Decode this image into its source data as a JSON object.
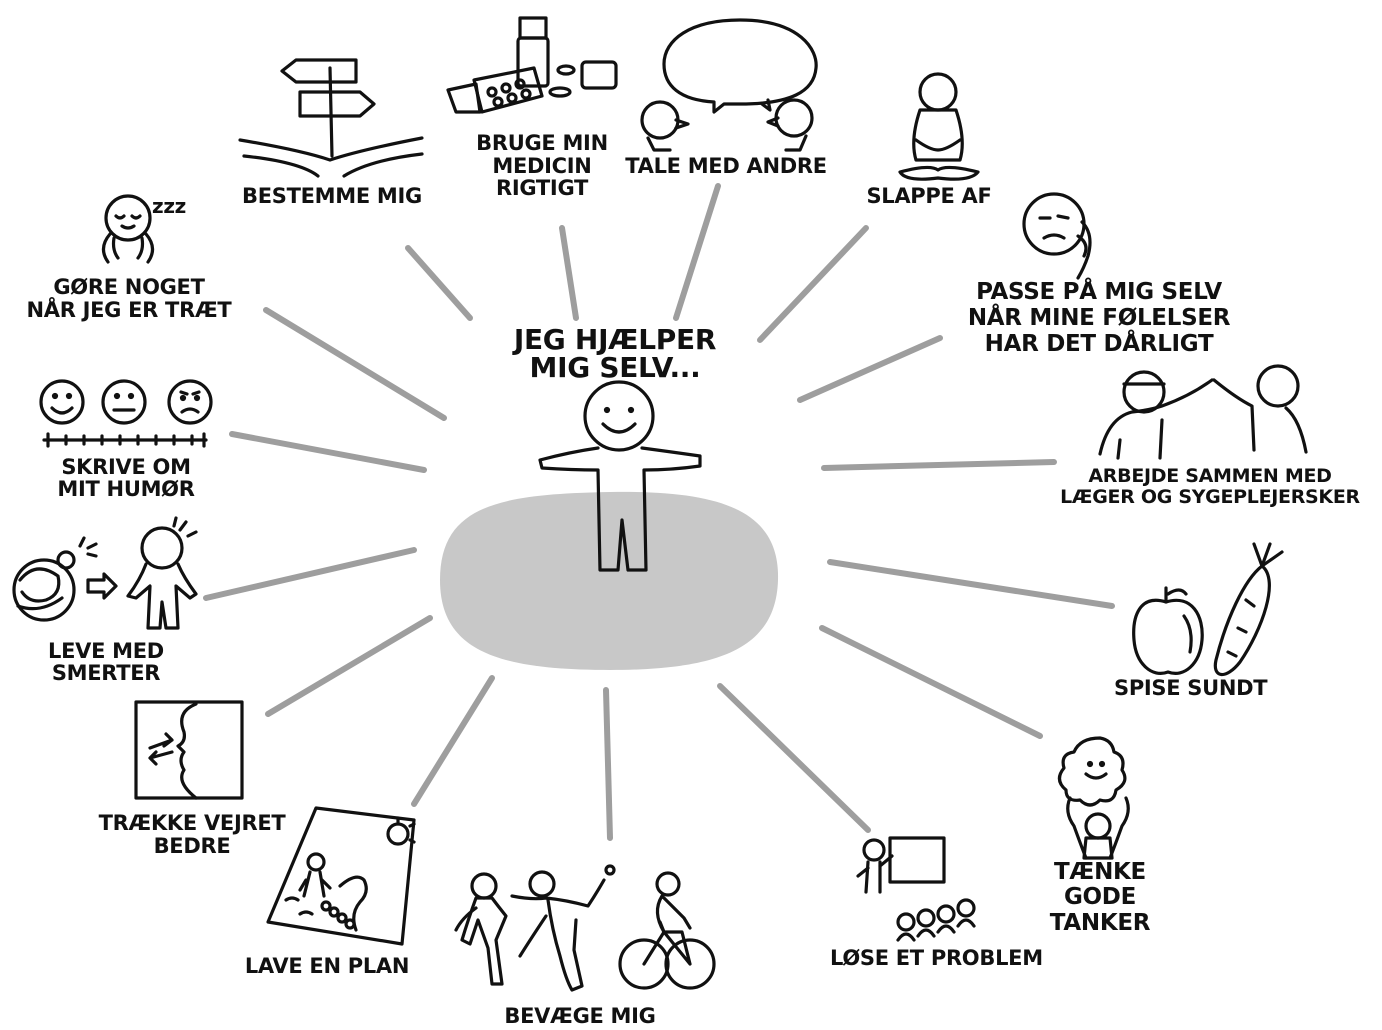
{
  "center": {
    "title_line1": "JEG HJÆLPER",
    "title_line2": "MIG SELV..."
  },
  "activities": [
    {
      "id": "bestemme",
      "line1": "BESTEMME MIG",
      "line2": "",
      "line3": "",
      "icon": "signpost-icon"
    },
    {
      "id": "medicin",
      "line1": "BRUGE MIN",
      "line2": "MEDICIN",
      "line3": "RIGTIGT",
      "icon": "medicine-icon"
    },
    {
      "id": "tale",
      "line1": "TALE MED ANDRE",
      "line2": "",
      "line3": "",
      "icon": "speech-bubble-icon"
    },
    {
      "id": "slappe",
      "line1": "SLAPPE AF",
      "line2": "",
      "line3": "",
      "icon": "meditation-icon"
    },
    {
      "id": "passe",
      "line1": "PASSE PÅ MIG SELV",
      "line2": "NÅR MINE FØLELSER",
      "line3": "HAR DET DÅRLIGT",
      "icon": "sad-face-icon"
    },
    {
      "id": "arbejde",
      "line1": "ARBEJDE SAMMEN MED",
      "line2": "LÆGER OG SYGEPLEJERSKER",
      "line3": "",
      "icon": "high-five-icon"
    },
    {
      "id": "spise",
      "line1": "SPISE SUNDT",
      "line2": "",
      "line3": "",
      "icon": "apple-carrot-icon"
    },
    {
      "id": "taenke",
      "line1": "TÆNKE",
      "line2": "GODE",
      "line3": "TANKER",
      "icon": "happy-thought-icon"
    },
    {
      "id": "loese",
      "line1": "LØSE ET PROBLEM",
      "line2": "",
      "line3": "",
      "icon": "whiteboard-icon"
    },
    {
      "id": "bevaege",
      "line1": "BEVÆGE MIG",
      "line2": "",
      "line3": "",
      "icon": "exercise-icon"
    },
    {
      "id": "plan",
      "line1": "LAVE EN PLAN",
      "line2": "",
      "line3": "",
      "icon": "map-plan-icon"
    },
    {
      "id": "traekke",
      "line1": "TRÆKKE VEJRET",
      "line2": "BEDRE",
      "line3": "",
      "icon": "breathing-icon"
    },
    {
      "id": "smerter",
      "line1": "LEVE MED",
      "line2": "SMERTER",
      "line3": "",
      "icon": "pain-icon"
    },
    {
      "id": "humor",
      "line1": "SKRIVE OM",
      "line2": "MIT HUMØR",
      "line3": "",
      "icon": "mood-scale-icon"
    },
    {
      "id": "traet",
      "line1": "GØRE NOGET",
      "line2": "NÅR JEG ER TRÆT",
      "line3": "",
      "icon": "sleepy-icon"
    }
  ],
  "sleep_text": "zzz",
  "colors": {
    "ink": "#111111",
    "spoke": "#9e9e9e",
    "platform": "#c8c8c8"
  }
}
